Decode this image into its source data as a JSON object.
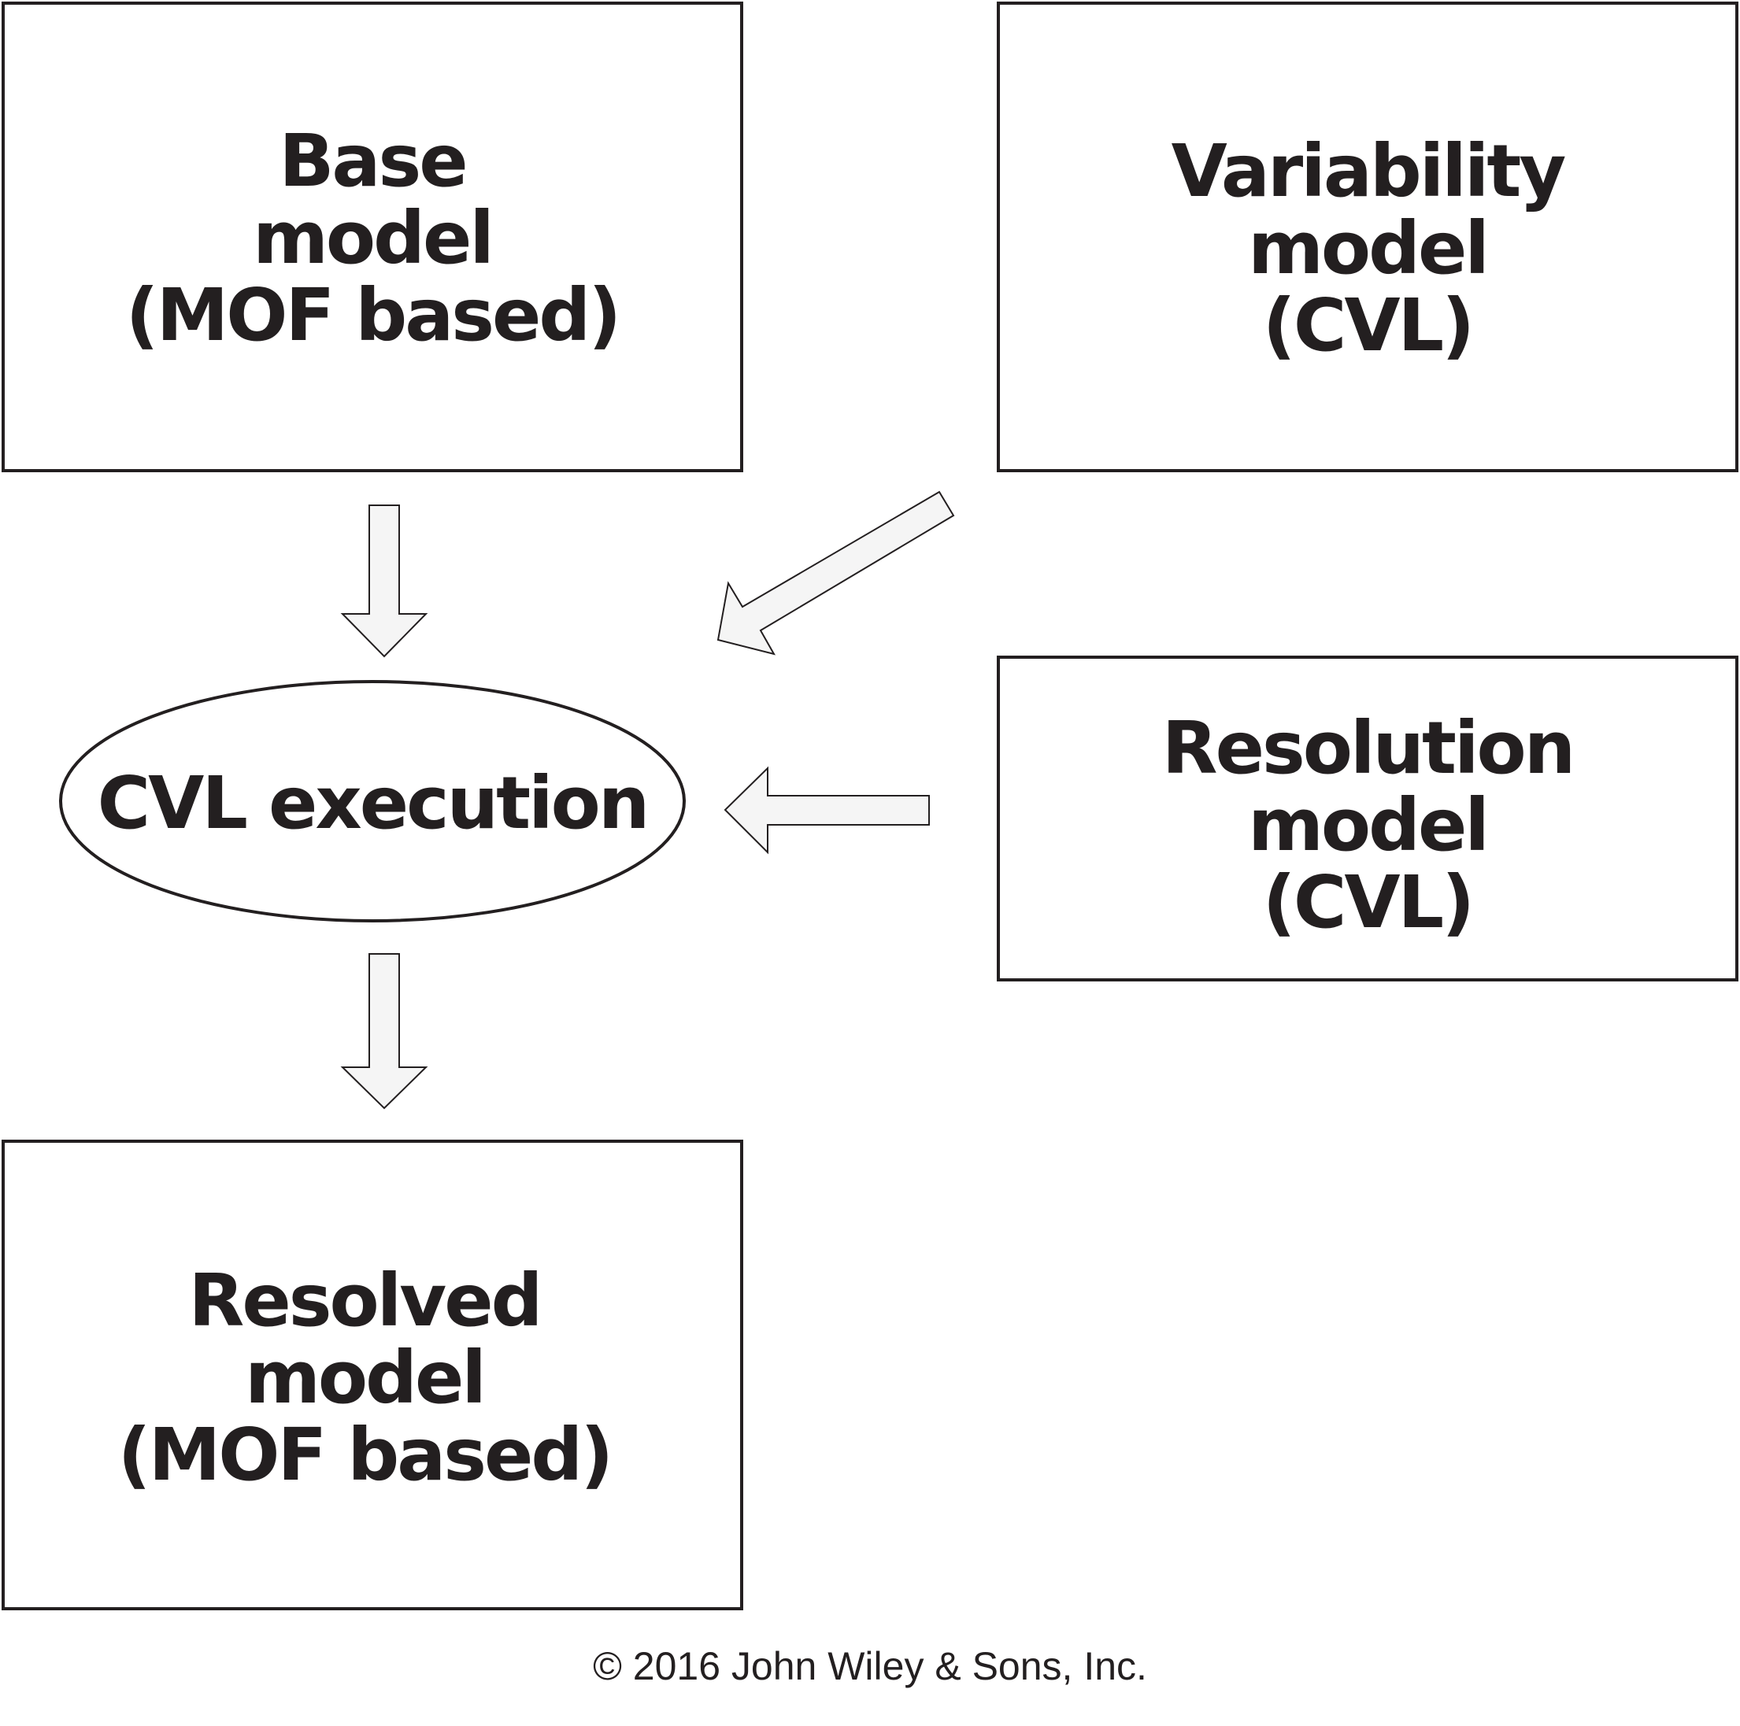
{
  "boxes": {
    "base_model": "Base\nmodel\n(MOF based)",
    "variability_model": "Variability\nmodel\n(CVL)",
    "resolution_model": "Resolution\nmodel\n(CVL)",
    "resolved_model": "Resolved\nmodel\n(MOF based)"
  },
  "process": {
    "label": "CVL execution"
  },
  "copyright": "© 2016 John Wiley & Sons, Inc.",
  "colors": {
    "stroke": "#231f20",
    "arrow_fill": "#f5f5f5",
    "background": "#ffffff"
  }
}
